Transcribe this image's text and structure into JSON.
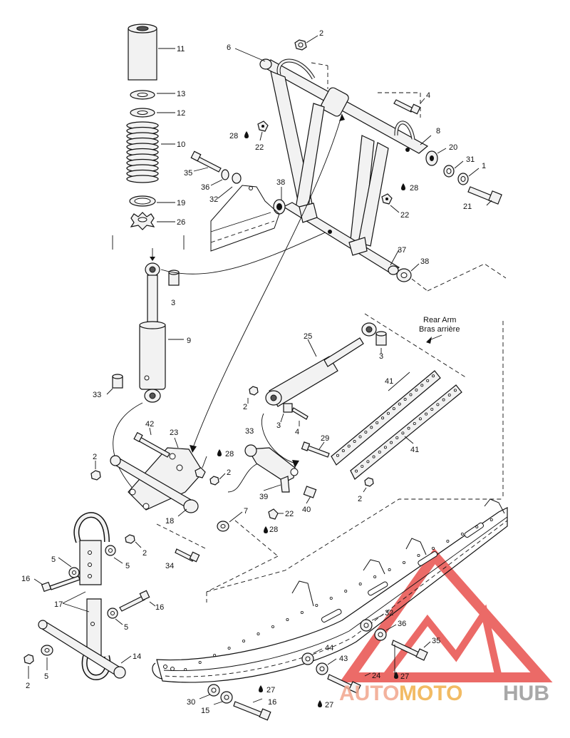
{
  "callouts": [
    {
      "id": "c11",
      "text": "11"
    },
    {
      "id": "c13",
      "text": "13"
    },
    {
      "id": "c12",
      "text": "12"
    },
    {
      "id": "c10",
      "text": "10"
    },
    {
      "id": "c19",
      "text": "19"
    },
    {
      "id": "c26",
      "text": "26"
    },
    {
      "id": "c6",
      "text": "6"
    },
    {
      "id": "c2a",
      "text": "2"
    },
    {
      "id": "c4a",
      "text": "4"
    },
    {
      "id": "c28a",
      "text": "28"
    },
    {
      "id": "c22a",
      "text": "22"
    },
    {
      "id": "c8",
      "text": "8"
    },
    {
      "id": "c20",
      "text": "20"
    },
    {
      "id": "c31",
      "text": "31"
    },
    {
      "id": "c1",
      "text": "1"
    },
    {
      "id": "c35a",
      "text": "35"
    },
    {
      "id": "c36a",
      "text": "36"
    },
    {
      "id": "c32a",
      "text": "32"
    },
    {
      "id": "c38a",
      "text": "38"
    },
    {
      "id": "c28b",
      "text": "28"
    },
    {
      "id": "c22b",
      "text": "22"
    },
    {
      "id": "c21",
      "text": "21"
    },
    {
      "id": "c37",
      "text": "37"
    },
    {
      "id": "c38b",
      "text": "38"
    },
    {
      "id": "c3a",
      "text": "3"
    },
    {
      "id": "c9",
      "text": "9"
    },
    {
      "id": "c33a",
      "text": "33"
    },
    {
      "id": "c25",
      "text": "25"
    },
    {
      "id": "c3b",
      "text": "3"
    },
    {
      "id": "c41a",
      "text": "41"
    },
    {
      "id": "c2b",
      "text": "2"
    },
    {
      "id": "c3c",
      "text": "3"
    },
    {
      "id": "c4b",
      "text": "4"
    },
    {
      "id": "c42",
      "text": "42"
    },
    {
      "id": "c23",
      "text": "23"
    },
    {
      "id": "c28c",
      "text": "28"
    },
    {
      "id": "c33b",
      "text": "33"
    },
    {
      "id": "c29",
      "text": "29"
    },
    {
      "id": "c41b",
      "text": "41"
    },
    {
      "id": "c2c",
      "text": "2"
    },
    {
      "id": "c2d",
      "text": "2"
    },
    {
      "id": "c39",
      "text": "39"
    },
    {
      "id": "c40",
      "text": "40"
    },
    {
      "id": "c2e",
      "text": "2"
    },
    {
      "id": "c18",
      "text": "18"
    },
    {
      "id": "c7",
      "text": "7"
    },
    {
      "id": "c22c",
      "text": "22"
    },
    {
      "id": "c28d",
      "text": "28"
    },
    {
      "id": "c5a",
      "text": "5"
    },
    {
      "id": "c2f",
      "text": "2"
    },
    {
      "id": "c5b",
      "text": "5"
    },
    {
      "id": "c34",
      "text": "34"
    },
    {
      "id": "c16a",
      "text": "16"
    },
    {
      "id": "c17",
      "text": "17"
    },
    {
      "id": "c16b",
      "text": "16"
    },
    {
      "id": "c5c",
      "text": "5"
    },
    {
      "id": "c14",
      "text": "14"
    },
    {
      "id": "c5d",
      "text": "5"
    },
    {
      "id": "c2g",
      "text": "2"
    },
    {
      "id": "c32b",
      "text": "32"
    },
    {
      "id": "c36b",
      "text": "36"
    },
    {
      "id": "c35b",
      "text": "35"
    },
    {
      "id": "c44",
      "text": "44"
    },
    {
      "id": "c43",
      "text": "43"
    },
    {
      "id": "c24",
      "text": "24"
    },
    {
      "id": "c27a",
      "text": "27"
    },
    {
      "id": "c27b",
      "text": "27"
    },
    {
      "id": "c30",
      "text": "30"
    },
    {
      "id": "c27c",
      "text": "27"
    },
    {
      "id": "c15",
      "text": "15"
    },
    {
      "id": "c16c",
      "text": "16"
    }
  ],
  "rear_arm_label": {
    "line1": "Rear Arm",
    "line2": "Bras arrière"
  },
  "watermark": {
    "text_a": "AUTO",
    "text_b": "MOTO",
    "text_c": "HUB",
    "color_a": "#f2a58c",
    "color_b": "#f0b04a",
    "color_c": "#9a9a9a",
    "logo_color": "#e53935"
  },
  "icons": [
    "oil-drop-icon"
  ]
}
